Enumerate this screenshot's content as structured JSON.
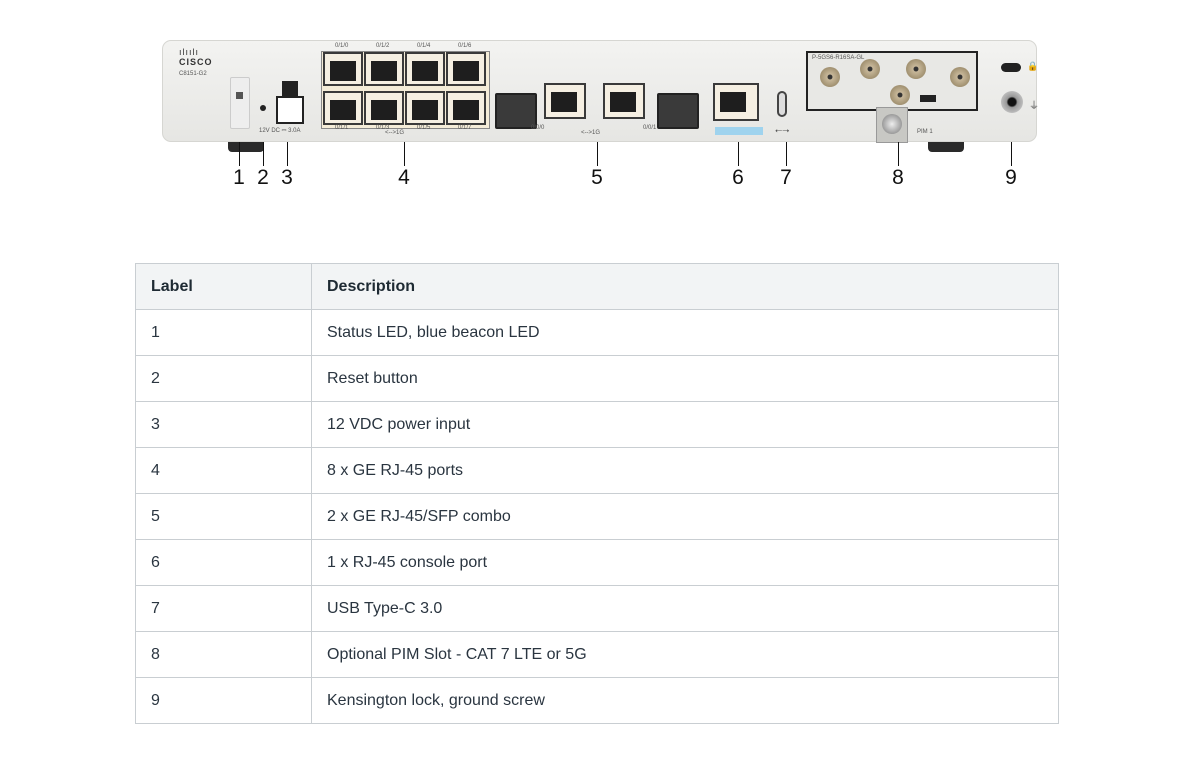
{
  "device": {
    "brand": "cisco",
    "model": "C8151-G2",
    "power_label": "12V DC ⎓ 3.0A",
    "ports_top": [
      "0/1/0",
      "0/1/2",
      "0/1/4",
      "0/1/6"
    ],
    "ports_bottom": [
      "0/1/1",
      "0/1/3",
      "0/1/5",
      "0/1/7"
    ],
    "ge_label": "<-->1G",
    "combo_left": "0/0/0",
    "combo_right": "0/0/1",
    "combo_label": "<-->1G",
    "pim_model": "P-5GS6-R16SA-GL",
    "pim_label": "PIM 1",
    "callouts": [
      "1",
      "2",
      "3",
      "4",
      "5",
      "6",
      "7",
      "8",
      "9"
    ]
  },
  "table": {
    "headers": [
      "Label",
      "Description"
    ],
    "rows": [
      [
        "1",
        "Status LED, blue beacon LED"
      ],
      [
        "2",
        "Reset button"
      ],
      [
        "3",
        "12 VDC power input"
      ],
      [
        "4",
        "8 x GE RJ-45 ports"
      ],
      [
        "5",
        "2 x GE RJ-45/SFP combo"
      ],
      [
        "6",
        "1 x RJ-45 console port"
      ],
      [
        "7",
        "USB Type-C 3.0"
      ],
      [
        "8",
        "Optional PIM Slot - CAT 7 LTE or 5G"
      ],
      [
        "9",
        "Kensington lock, ground screw"
      ]
    ]
  }
}
